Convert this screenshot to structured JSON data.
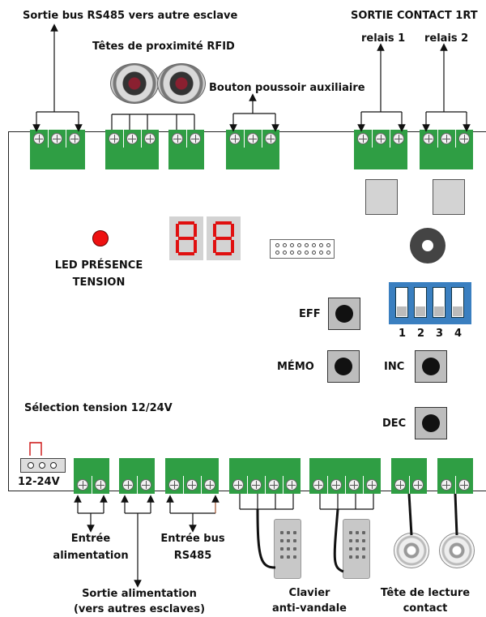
{
  "labels": {
    "rs485_out": "Sortie bus RS485 vers autre esclave",
    "contact_title": "SORTIE CONTACT 1RT",
    "relais1": "relais 1",
    "relais2": "relais 2",
    "rfid_heads": "Têtes de proximité RFID",
    "aux_button": "Bouton poussoir auxiliaire",
    "led_line1": "LED PRÉSENCE",
    "led_line2": "TENSION",
    "eff": "EFF",
    "memo": "MÉMO",
    "inc": "INC",
    "dec": "DEC",
    "voltage_select": "Sélection tension 12/24V",
    "jumper": "12-24V",
    "power_in_1": "Entrée",
    "power_in_2": "alimentation",
    "rs485_in_1": "Entrée bus",
    "rs485_in_2": "RS485",
    "power_out_1": "Sortie alimentation",
    "power_out_2": "(vers autres esclaves)",
    "keypad_1": "Clavier",
    "keypad_2": "anti-vandale",
    "reader_1": "Tête de lecture",
    "reader_2": "contact"
  },
  "dip_numbers": [
    "1",
    "2",
    "3",
    "4"
  ],
  "colors": {
    "terminal_green": "#2f9e44",
    "led_red": "#e11111",
    "dip_blue": "#3a7fc0",
    "display_segment": "#e01010"
  },
  "icons": [
    "rfid-head-icon",
    "keypad-icon",
    "contact-reader-icon",
    "buzzer-icon",
    "led-icon"
  ]
}
